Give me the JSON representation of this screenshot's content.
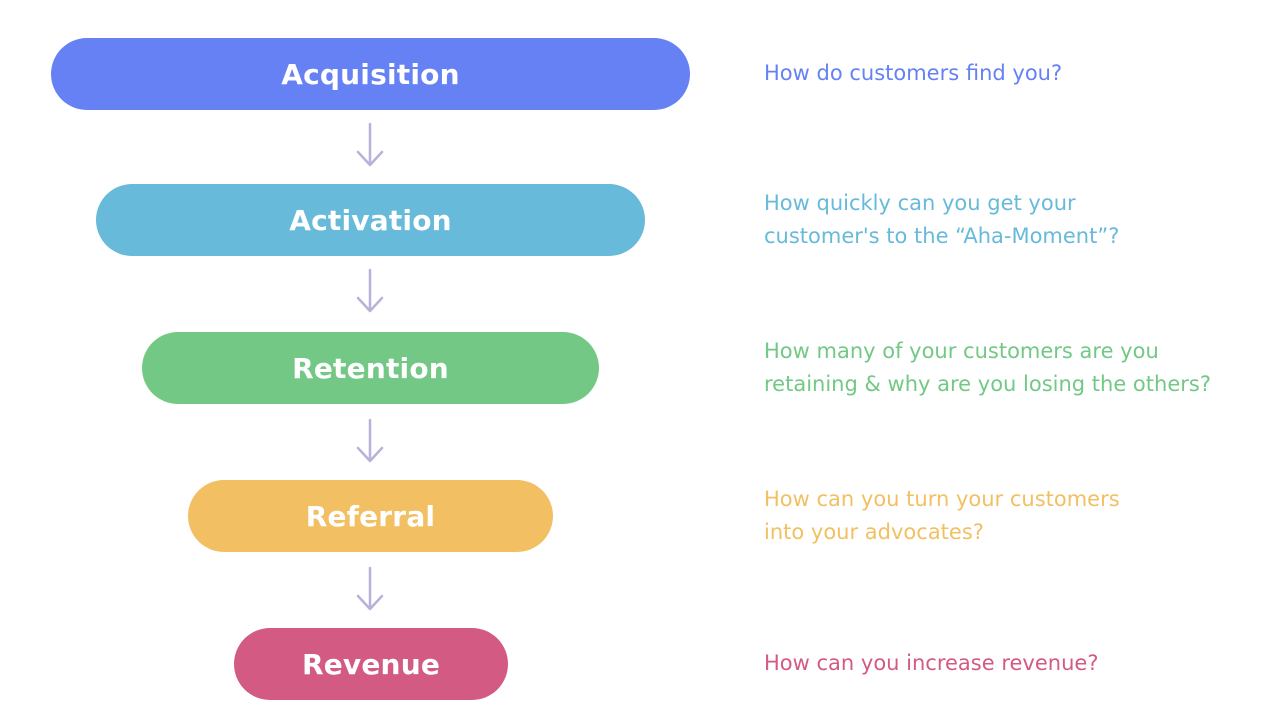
{
  "stages": [
    {
      "label": "Acquisition",
      "color": "#6681F4",
      "question_lines": [
        "How do customers find you?"
      ]
    },
    {
      "label": "Activation",
      "color": "#67BAD9",
      "question_lines": [
        "How quickly can you get your",
        "customer's to the “Aha-Moment”?"
      ]
    },
    {
      "label": "Retention",
      "color": "#72C884",
      "question_lines": [
        "How many of your customers are you",
        "retaining & why are you losing the others?"
      ]
    },
    {
      "label": "Referral",
      "color": "#F2C063",
      "question_lines": [
        "How can you turn your customers",
        "into your advocates?"
      ]
    },
    {
      "label": "Revenue",
      "color": "#D35A83",
      "question_lines": [
        "How can you increase revenue?"
      ]
    }
  ],
  "arrow_color": "#B7B2D9"
}
